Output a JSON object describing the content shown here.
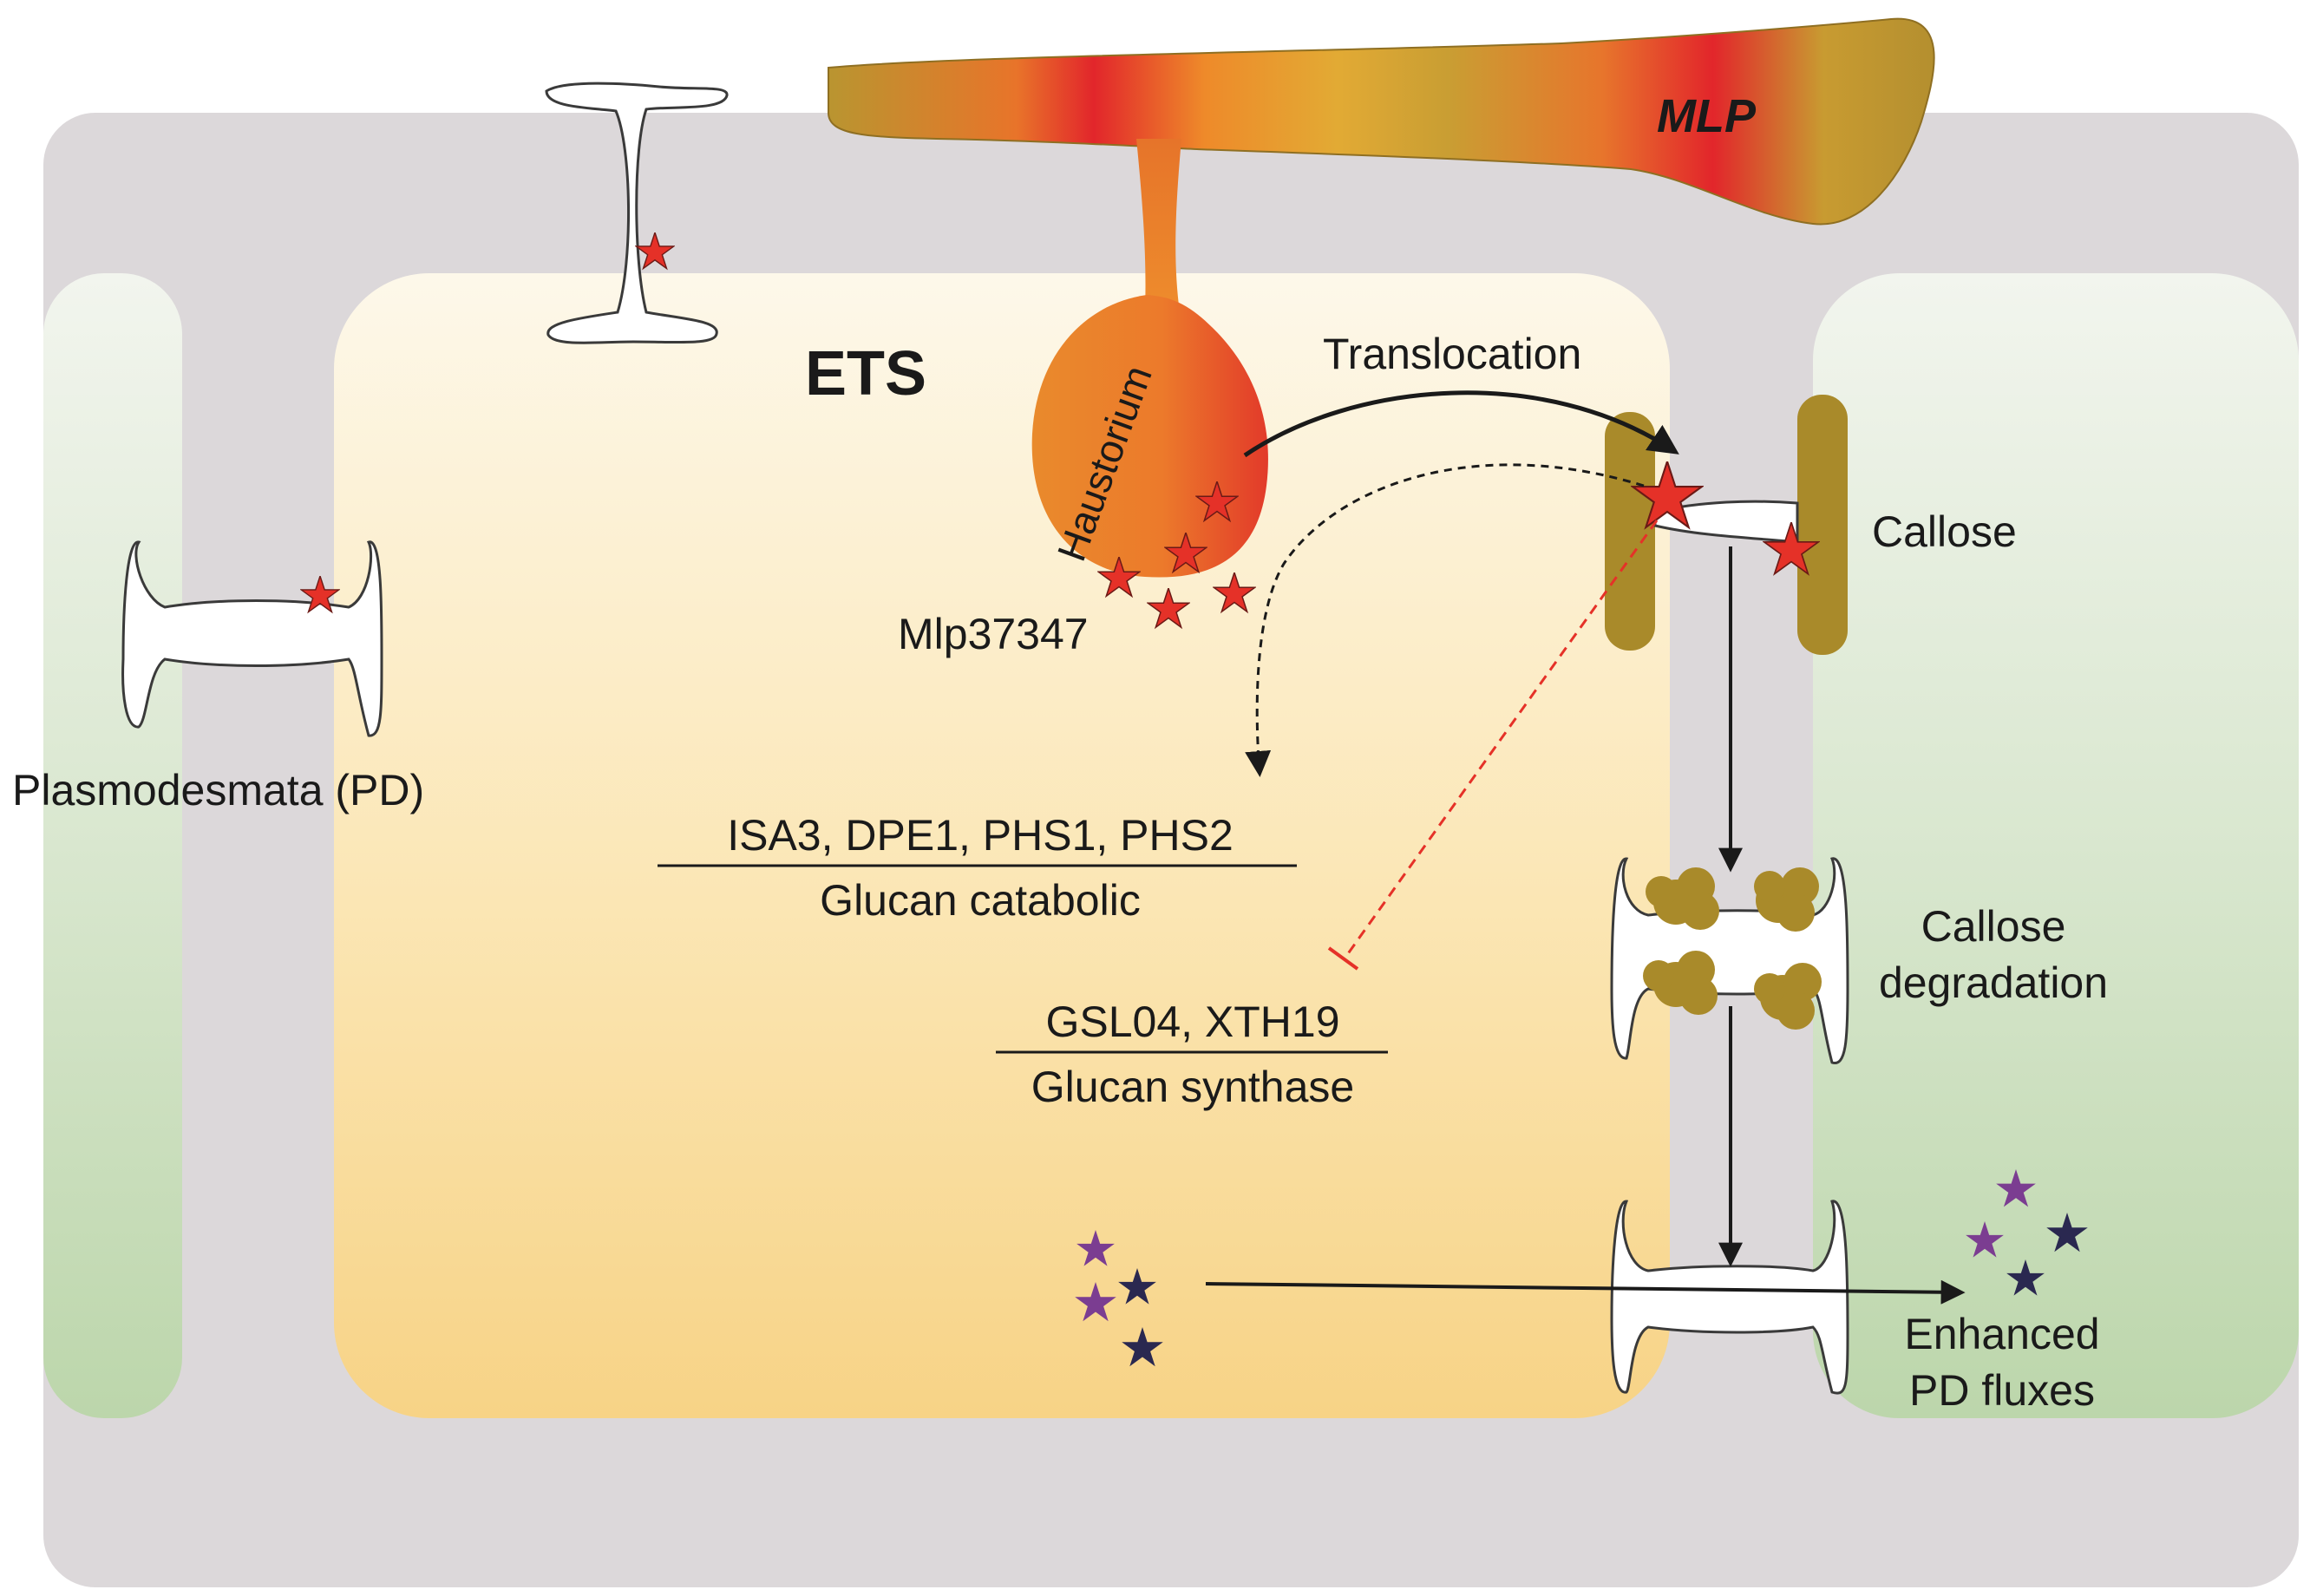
{
  "labels": {
    "mlp": "MLP",
    "ets": "ETS",
    "haustorium": "Haustorium",
    "translocation": "Translocation",
    "callose": "Callose",
    "effector": "Mlp37347",
    "plasmodesmata": "Plasmodesmata (PD)",
    "catabolic_genes": "ISA3, DPE1, PHS1, PHS2",
    "catabolic_category": "Glucan catabolic",
    "synthase_genes": "GSL04, XTH19",
    "synthase_category": "Glucan synthase",
    "callose_degradation_line1": "Callose",
    "callose_degradation_line2": "degradation",
    "enhanced_line1": "Enhanced",
    "enhanced_line2": "PD fluxes"
  },
  "colors": {
    "cell_wall": "#dcd8da",
    "host_cell_fill_top": "#fdf6e3",
    "host_cell_fill_bottom": "#f8d690",
    "neighbor_cell_top": "#eef2ea",
    "neighbor_cell_bottom": "#c5dbb6",
    "fungus_gold": "#bf972e",
    "fungus_orange": "#ee7a2a",
    "fungus_red": "#e1262b",
    "callose": "#a98a2a",
    "effector_star": "#e53128",
    "purple_star": "#7b3d91",
    "navy_star": "#2a2850",
    "inhibition": "#e53128",
    "arrow": "#1a1a1a"
  }
}
